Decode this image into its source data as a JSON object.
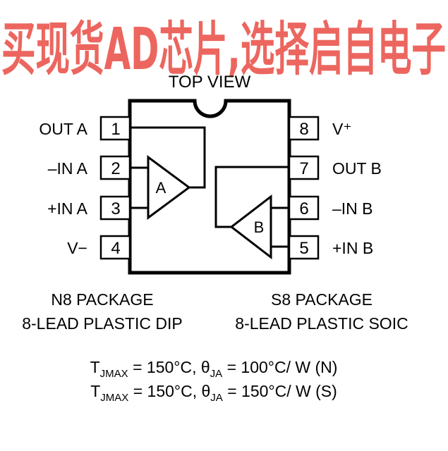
{
  "watermark": "买现货AD芯片,选择启自电子",
  "title": "TOP VIEW",
  "pins": [
    {
      "number": "1",
      "label": "OUT A"
    },
    {
      "number": "2",
      "label": "–IN A"
    },
    {
      "number": "3",
      "label": "+IN A"
    },
    {
      "number": "4",
      "label": "V−"
    },
    {
      "number": "5",
      "label": "+IN B"
    },
    {
      "number": "6",
      "label": "–IN B"
    },
    {
      "number": "7",
      "label": "OUT B"
    },
    {
      "number": "8",
      "label": "V⁺"
    }
  ],
  "amplifiers": {
    "a": "A",
    "b": "B"
  },
  "packages": {
    "left": {
      "name": "N8 PACKAGE",
      "desc": "8-LEAD PLASTIC DIP"
    },
    "right": {
      "name": "S8 PACKAGE",
      "desc": "8-LEAD PLASTIC SOIC"
    }
  },
  "thermal": [
    {
      "t": "T",
      "t_sub": "JMAX",
      "t_val": " = 150°C, ",
      "theta": "θ",
      "theta_sub": "JA",
      "theta_val": " = 100°C/ W (N)"
    },
    {
      "t": "T",
      "t_sub": "JMAX",
      "t_val": " = 150°C, ",
      "theta": "θ",
      "theta_sub": "JA",
      "theta_val": " = 150°C/ W (S)"
    }
  ]
}
